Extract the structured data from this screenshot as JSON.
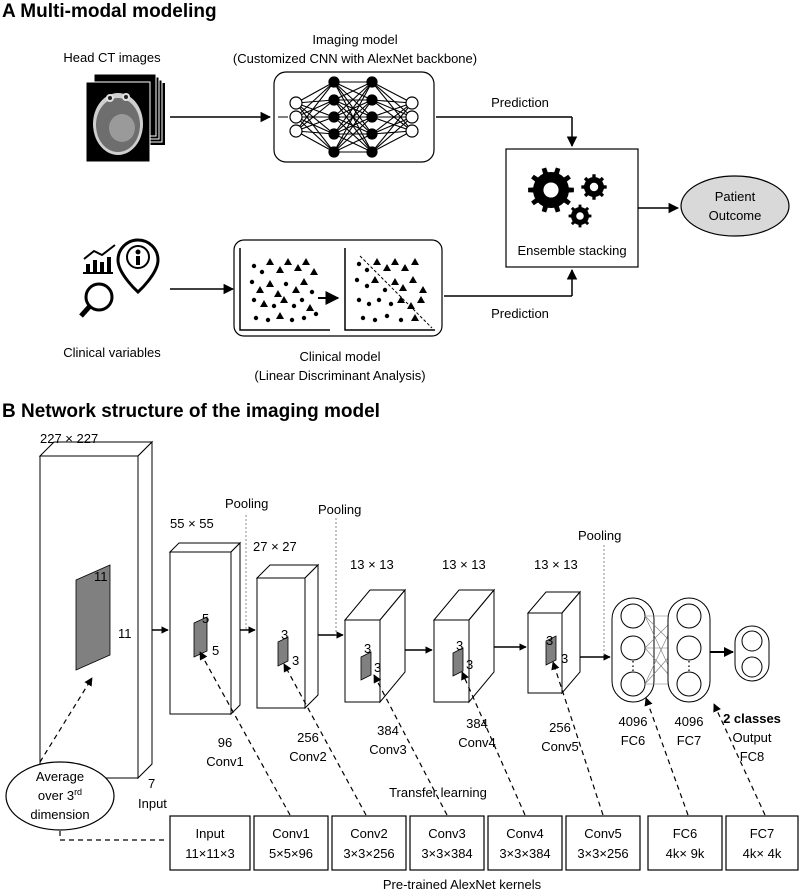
{
  "panel_a": {
    "title": "A Multi-modal modeling",
    "ct_label": "Head CT images",
    "imaging_model_title": "Imaging model",
    "imaging_model_sub": "(Customized CNN with AlexNet backbone)",
    "prediction_top": "Prediction",
    "prediction_bottom": "Prediction",
    "ensemble_label": "Ensemble stacking",
    "outcome_line1": "Patient",
    "outcome_line2": "Outcome",
    "clinical_vars_label": "Clinical variables",
    "clinical_model_title": "Clinical model",
    "clinical_model_sub": "(Linear Discriminant Analysis)"
  },
  "panel_b": {
    "title": "B Network structure of the imaging model",
    "input_size": "227 × 227",
    "input_kernel_a": "11",
    "input_kernel_b": "11",
    "input_depth": "7",
    "input_name": "Input",
    "conv1_size": "55 × 55",
    "conv1_kernel_a": "5",
    "conv1_kernel_b": "5",
    "conv1_depth": "96",
    "conv1_name": "Conv1",
    "pool1": "Pooling",
    "conv2_size": "27 × 27",
    "conv2_kernel_a": "3",
    "conv2_kernel_b": "3",
    "conv2_depth": "256",
    "conv2_name": "Conv2",
    "pool2": "Pooling",
    "conv3_size": "13 × 13",
    "conv3_kernel_a": "3",
    "conv3_kernel_b": "3",
    "conv3_depth": "384",
    "conv3_name": "Conv3",
    "conv4_size": "13 × 13",
    "conv4_kernel_a": "3",
    "conv4_kernel_b": "3",
    "conv4_depth": "384",
    "conv4_name": "Conv4",
    "conv5_size": "13 × 13",
    "conv5_kernel_a": "3",
    "conv5_kernel_b": "3",
    "conv5_depth": "256",
    "conv5_name": "Conv5",
    "pool3": "Pooling",
    "fc6_units": "4096",
    "fc6_name": "FC6",
    "fc7_units": "4096",
    "fc7_name": "FC7",
    "fc8_classes": "2 classes",
    "fc8_output": "Output",
    "fc8_name": "FC8",
    "avg_line1": "Average",
    "avg_line2": "over 3",
    "avg_sup": "rd",
    "avg_line3": "dimension",
    "transfer_label": "Transfer  learning",
    "kernels_caption": "Pre-trained AlexNet kernels",
    "kernels": [
      {
        "name": "Input",
        "dims": "11×11×3"
      },
      {
        "name": "Conv1",
        "dims": "5×5×96"
      },
      {
        "name": "Conv2",
        "dims": "3×3×256"
      },
      {
        "name": "Conv3",
        "dims": "3×3×384"
      },
      {
        "name": "Conv4",
        "dims": "3×3×384"
      },
      {
        "name": "Conv5",
        "dims": "3×3×256"
      },
      {
        "name": "FC6",
        "dims": "4k× 9k"
      },
      {
        "name": "FC7",
        "dims": "4k× 4k"
      }
    ]
  }
}
